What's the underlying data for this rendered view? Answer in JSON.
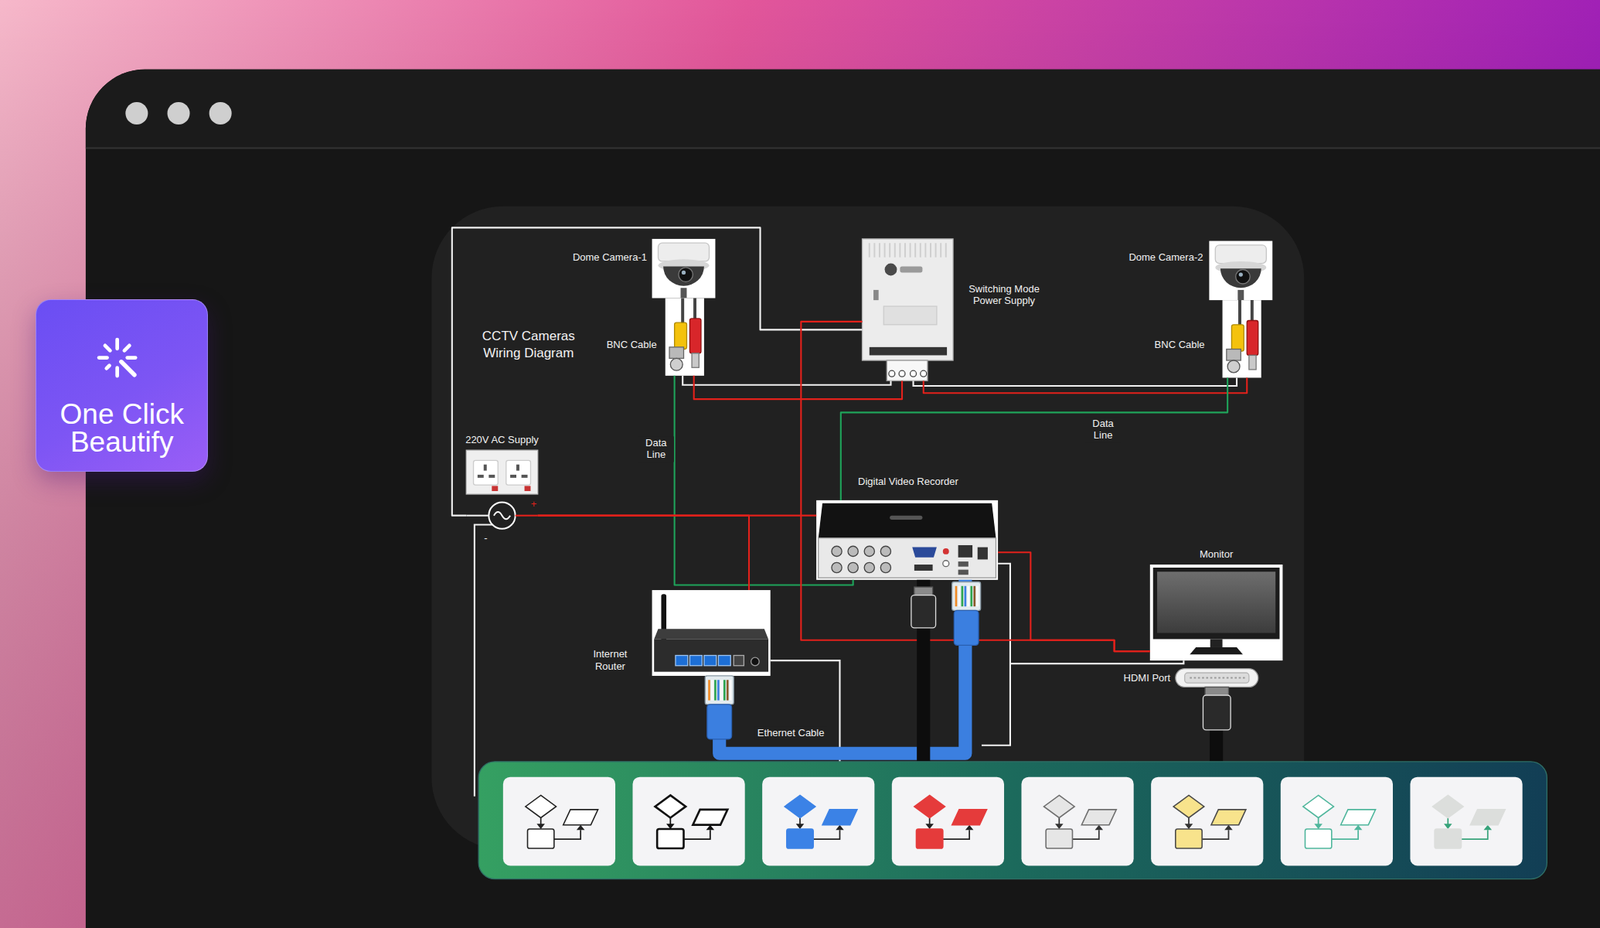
{
  "diagram": {
    "title": "CCTV Cameras Wiring Diagram",
    "nodes": [
      {
        "text": [
          "Dome Camera-1"
        ]
      },
      {
        "text": [
          "Switching Mode Power Supply"
        ]
      },
      {
        "text": [
          "Dome Camera-2"
        ]
      },
      {
        "text": [
          "220V AC Supply"
        ]
      },
      {
        "text": [
          "Digital Video Recorder"
        ]
      },
      {
        "text": [
          "Monitor"
        ]
      },
      {
        "text": [
          "Internet Router"
        ]
      },
      {
        "text": [
          "HDMI Port"
        ]
      },
      {
        "text": [
          "One Click Beautify"
        ]
      }
    ],
    "edges": [
      {
        "from": 3,
        "to": 1,
        "arrow": "none"
      },
      {
        "from": 0,
        "to": 1,
        "arrow": "none"
      },
      {
        "from": 2,
        "to": 1,
        "arrow": "none"
      },
      {
        "from": 0,
        "to": 4,
        "label": "Data Line",
        "arrow": "none"
      },
      {
        "from": 2,
        "to": 4,
        "label": "Data Line",
        "arrow": "none"
      },
      {
        "from": 3,
        "to": 4,
        "arrow": "none"
      },
      {
        "from": 3,
        "to": 6,
        "arrow": "none"
      },
      {
        "from": 1,
        "to": 5,
        "arrow": "none"
      },
      {
        "from": 4,
        "to": 5,
        "arrow": "none"
      },
      {
        "from": 6,
        "to": 4,
        "label": "Ethernet Cable",
        "arrow": "none"
      },
      {
        "from": 4,
        "to": 7,
        "arrow": "none"
      }
    ],
    "labels": [
      "BNC Cable",
      "BNC Cable",
      "+",
      "-"
    ]
  }
}
